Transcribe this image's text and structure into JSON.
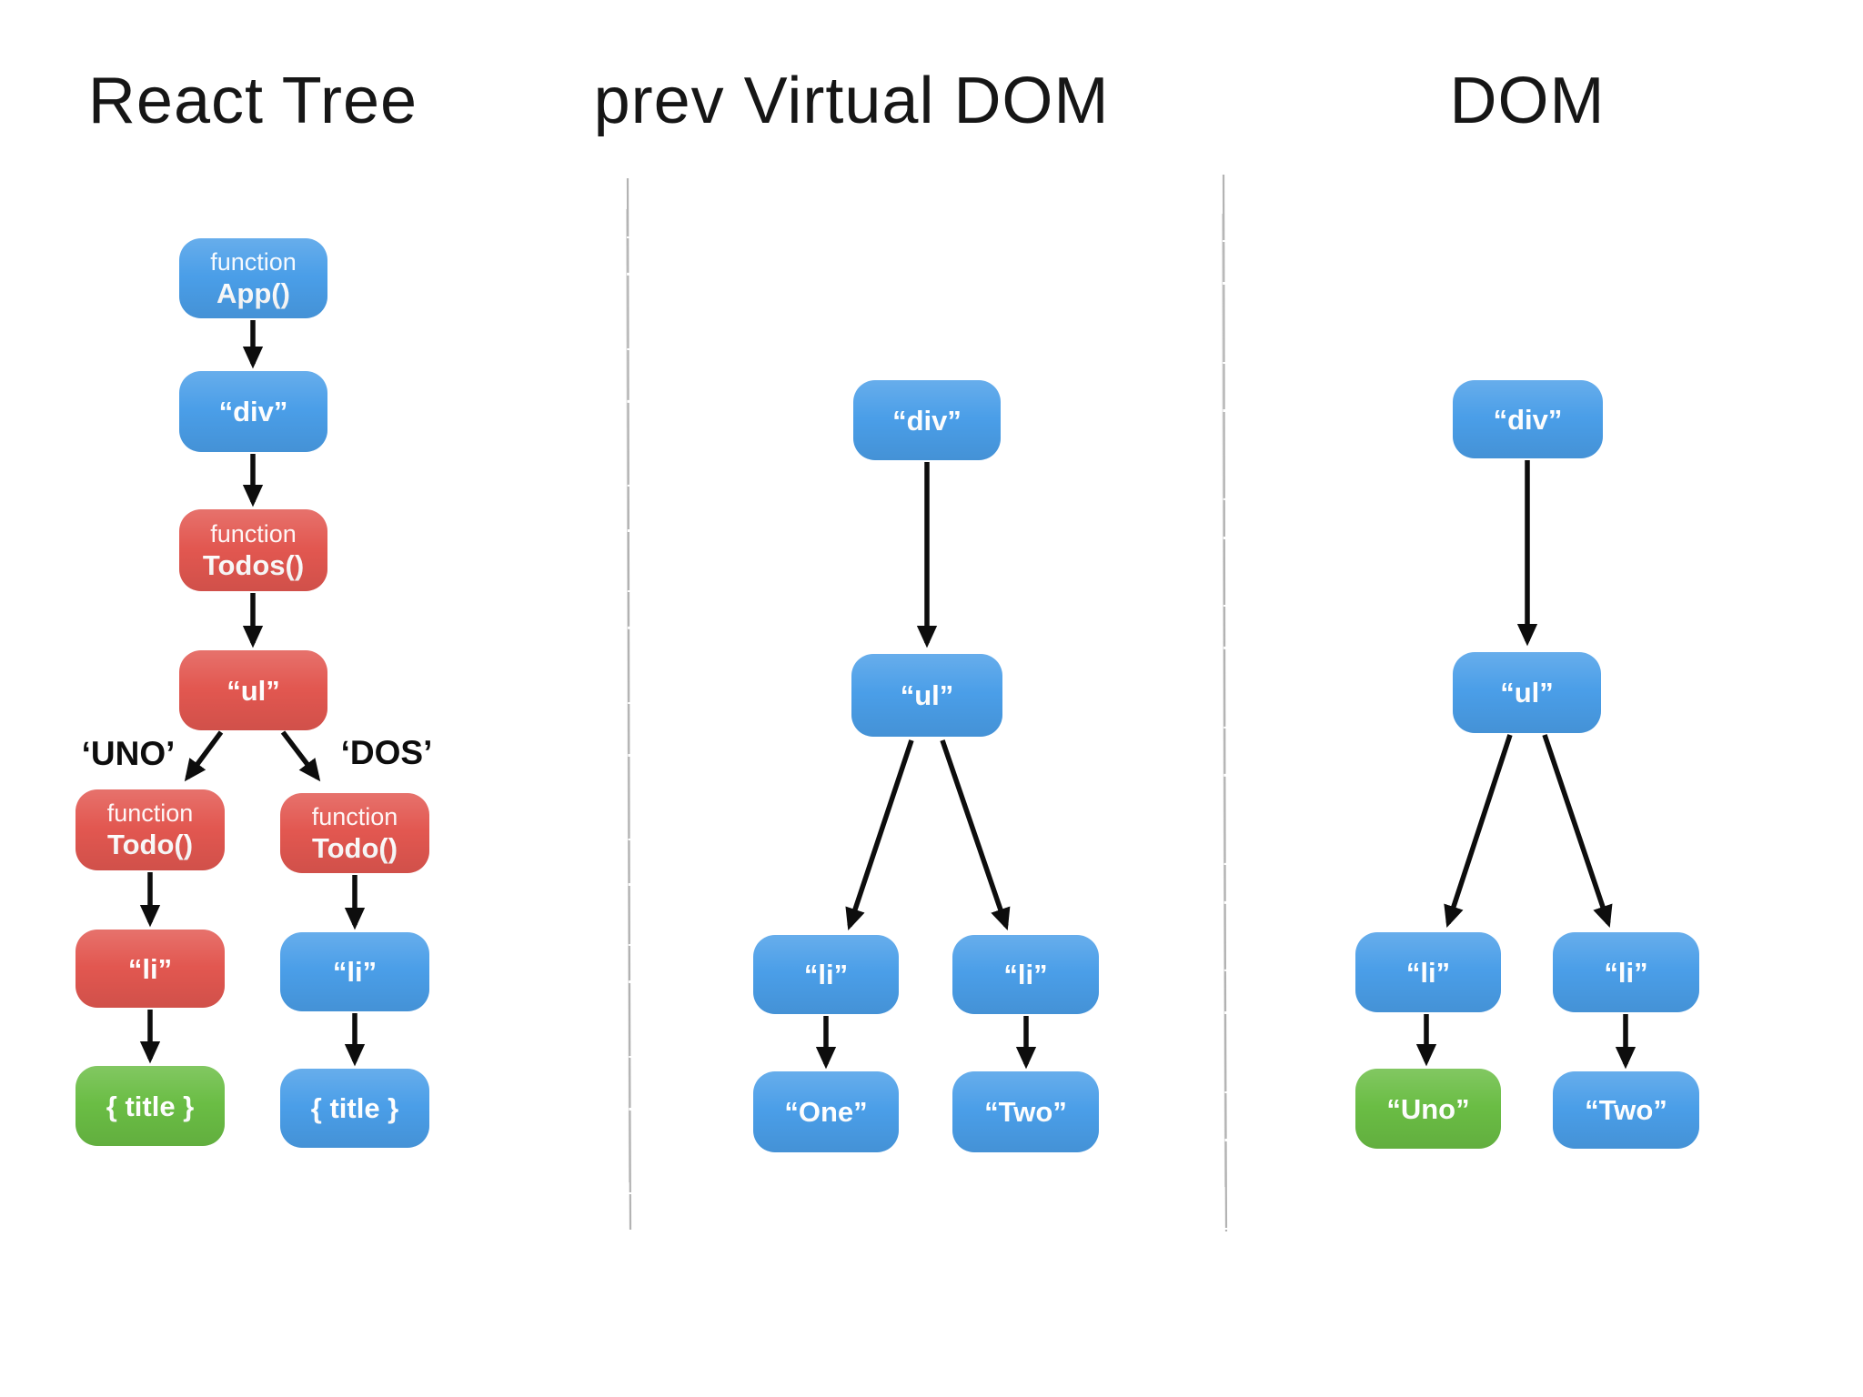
{
  "colors": {
    "blue": "#4a9ee8",
    "red": "#e25750",
    "green": "#6abd44",
    "arrow": "#0d0d0d",
    "divider": "#a6a6a6",
    "text": "#161616"
  },
  "react_tree": {
    "title": "React Tree",
    "nodes": {
      "app": {
        "sub": "function",
        "label": "App()",
        "color": "blue"
      },
      "div": {
        "label": "“div”",
        "color": "blue"
      },
      "todos": {
        "sub": "function",
        "label": "Todos()",
        "color": "red"
      },
      "ul": {
        "label": "“ul”",
        "color": "red"
      },
      "todo_left": {
        "sub": "function",
        "label": "Todo()",
        "color": "red"
      },
      "todo_right": {
        "sub": "function",
        "label": "Todo()",
        "color": "red"
      },
      "li_left": {
        "label": "“li”",
        "color": "red"
      },
      "li_right": {
        "label": "“li”",
        "color": "blue"
      },
      "title_left": {
        "label": "{ title }",
        "color": "green"
      },
      "title_right": {
        "label": "{ title }",
        "color": "blue"
      }
    },
    "key_labels": {
      "uno": "‘UNO’",
      "dos": "‘DOS’"
    },
    "edges": [
      "app → div",
      "div → todos",
      "todos → ul",
      "ul → todo_left (key ‘UNO’)",
      "ul → todo_right (key ‘DOS’)",
      "todo_left → li_left",
      "todo_right → li_right",
      "li_left → title_left",
      "li_right → title_right"
    ]
  },
  "prev_virtual_dom": {
    "title": "prev Virtual DOM",
    "nodes": {
      "div": {
        "label": "“div”",
        "color": "blue"
      },
      "ul": {
        "label": "“ul”",
        "color": "blue"
      },
      "li_left": {
        "label": "“li”",
        "color": "blue"
      },
      "li_right": {
        "label": "“li”",
        "color": "blue"
      },
      "text_left": {
        "label": "“One”",
        "color": "blue"
      },
      "text_right": {
        "label": "“Two”",
        "color": "blue"
      }
    },
    "edges": [
      "div → ul",
      "ul → li_left",
      "ul → li_right",
      "li_left → text_left",
      "li_right → text_right"
    ]
  },
  "dom": {
    "title": "DOM",
    "nodes": {
      "div": {
        "label": "“div”",
        "color": "blue"
      },
      "ul": {
        "label": "“ul”",
        "color": "blue"
      },
      "li_left": {
        "label": "“li”",
        "color": "blue"
      },
      "li_right": {
        "label": "“li”",
        "color": "blue"
      },
      "text_left": {
        "label": "“Uno”",
        "color": "green"
      },
      "text_right": {
        "label": "“Two”",
        "color": "blue"
      }
    },
    "edges": [
      "div → ul",
      "ul → li_left",
      "ul → li_right",
      "li_left → text_left",
      "li_right → text_right"
    ]
  }
}
